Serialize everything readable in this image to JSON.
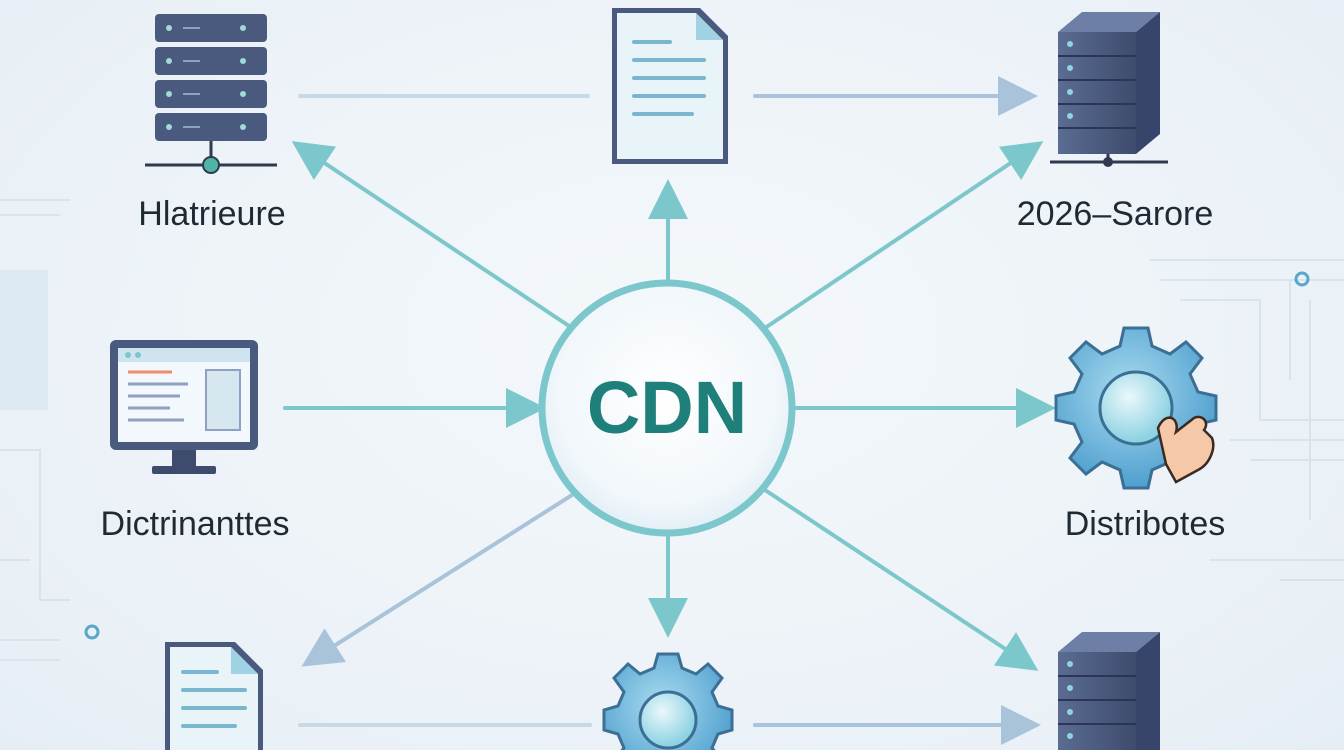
{
  "center": {
    "label": "CDN"
  },
  "labels": {
    "top_left": "Hlatrieure",
    "top_right": "2026–Sarore",
    "middle_left": "Dictrinanttes",
    "middle_right": "Distribotes"
  },
  "icons": {
    "top_left": "server-rack-network-icon",
    "top_center": "document-icon",
    "top_right": "server-tower-icon",
    "middle_left": "monitor-icon",
    "middle_right": "gear-hand-icon",
    "bottom_left": "document-icon",
    "bottom_center": "gear-icon",
    "bottom_right": "server-tower-icon"
  },
  "colors": {
    "accent": "#7cc7cc",
    "center_text": "#1f7f7a",
    "server_dark": "#4a5a7e",
    "document_fill": "#e8f4f8",
    "gear_fill": "#6fb6dc",
    "arrow_light": "#a9c3da"
  }
}
